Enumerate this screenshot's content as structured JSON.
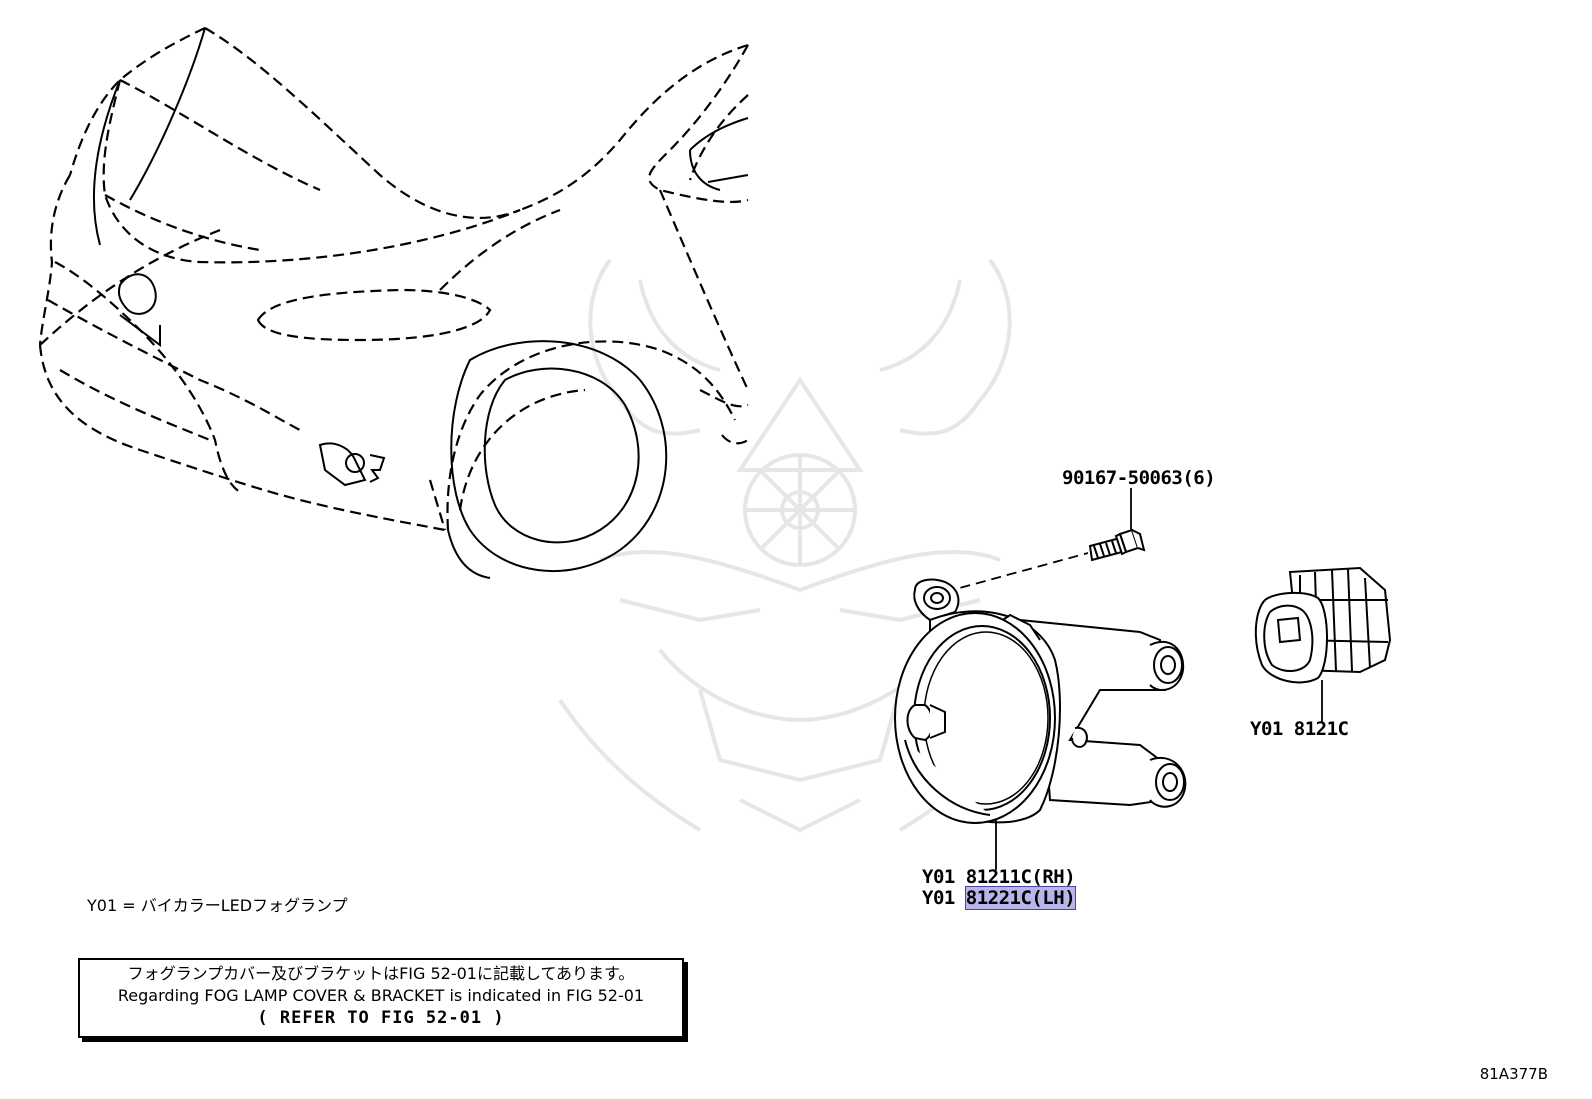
{
  "callouts": {
    "bolt": "90167-50063(6)",
    "bulb_prefix": "Y01",
    "bulb_code": "8121C",
    "lamp_rh_prefix": "Y01",
    "lamp_rh_code": "81211C(RH)",
    "lamp_lh_prefix": "Y01",
    "lamp_lh_code": "81221C(LH)"
  },
  "legend": "Y01 = バイカラーLEDフォグランプ",
  "note": {
    "japanese": "フォグランプカバー及びブラケットはFIG 52-01に記載してあります。",
    "english": "Regarding FOG LAMP COVER & BRACKET is indicated in FIG 52-01",
    "refer": "(  REFER TO FIG 52-01  )"
  },
  "figure_code": "81A377B",
  "colors": {
    "line": "#000000",
    "highlight": "#b9b4ea",
    "watermark": "#e6e6e6"
  }
}
